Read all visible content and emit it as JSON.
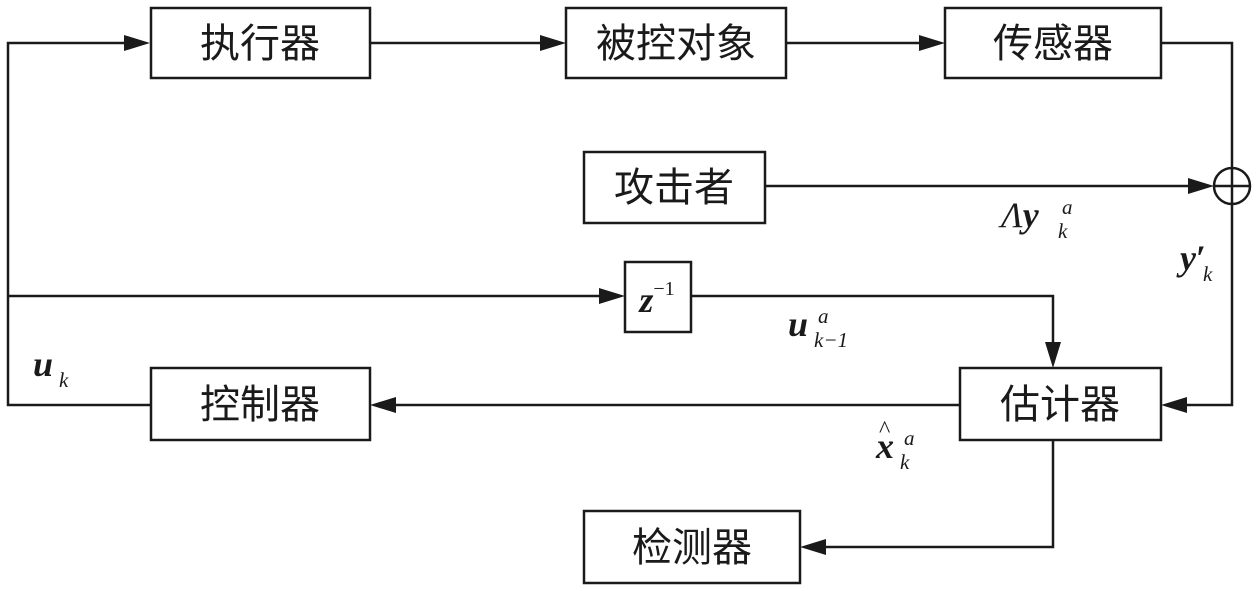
{
  "blocks": {
    "actuator": "执行器",
    "plant": "被控对象",
    "sensor": "传感器",
    "attacker": "攻击者",
    "delay": {
      "sym": "z",
      "sup": "−1"
    },
    "controller": "控制器",
    "estimator": "估计器",
    "detector": "检测器"
  },
  "signals": {
    "attack": {
      "pre": "Λ",
      "sym": "y",
      "sub": "k",
      "sup": "a"
    },
    "y_prime": {
      "sym": "y",
      "prime": "′",
      "sub": "k"
    },
    "u_delayed": {
      "sym": "u",
      "sub": "k−1",
      "sup": "a"
    },
    "u_k": {
      "sym": "u",
      "sub": "k"
    },
    "x_hat": {
      "sym": "x",
      "hat": "^",
      "sub": "k",
      "sup": "a"
    }
  }
}
